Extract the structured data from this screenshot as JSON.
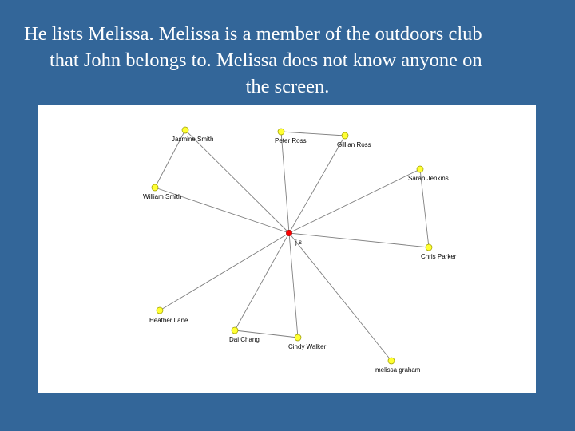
{
  "slide": {
    "title_lines": [
      "He lists Melissa.  Melissa is a member of the outdoors club",
      "that John belongs to.  Melissa does not know anyone on",
      "the screen."
    ]
  },
  "network": {
    "ego_color": "#ff0000",
    "alter_color": "#ffff33",
    "edge_color": "#808080",
    "ego": {
      "id": "js",
      "label": "j s"
    },
    "alters": [
      {
        "id": "jasmine",
        "label": "Jasmine Smith"
      },
      {
        "id": "peter",
        "label": "Peter Ross"
      },
      {
        "id": "gillian",
        "label": "Gillian Ross"
      },
      {
        "id": "sarah",
        "label": "Sarah Jenkins"
      },
      {
        "id": "william",
        "label": "William Smith"
      },
      {
        "id": "chris",
        "label": "Chris Parker"
      },
      {
        "id": "heather",
        "label": "Heather Lane"
      },
      {
        "id": "dai",
        "label": "Dai Chang"
      },
      {
        "id": "cindy",
        "label": "Cindy Walker"
      },
      {
        "id": "melissa",
        "label": "melissa graham"
      }
    ],
    "ties": [
      [
        "js",
        "jasmine"
      ],
      [
        "js",
        "peter"
      ],
      [
        "js",
        "gillian"
      ],
      [
        "js",
        "sarah"
      ],
      [
        "js",
        "william"
      ],
      [
        "js",
        "chris"
      ],
      [
        "js",
        "heather"
      ],
      [
        "js",
        "dai"
      ],
      [
        "js",
        "cindy"
      ],
      [
        "js",
        "melissa"
      ],
      [
        "jasmine",
        "william"
      ],
      [
        "peter",
        "gillian"
      ],
      [
        "sarah",
        "chris"
      ],
      [
        "dai",
        "cindy"
      ]
    ]
  }
}
